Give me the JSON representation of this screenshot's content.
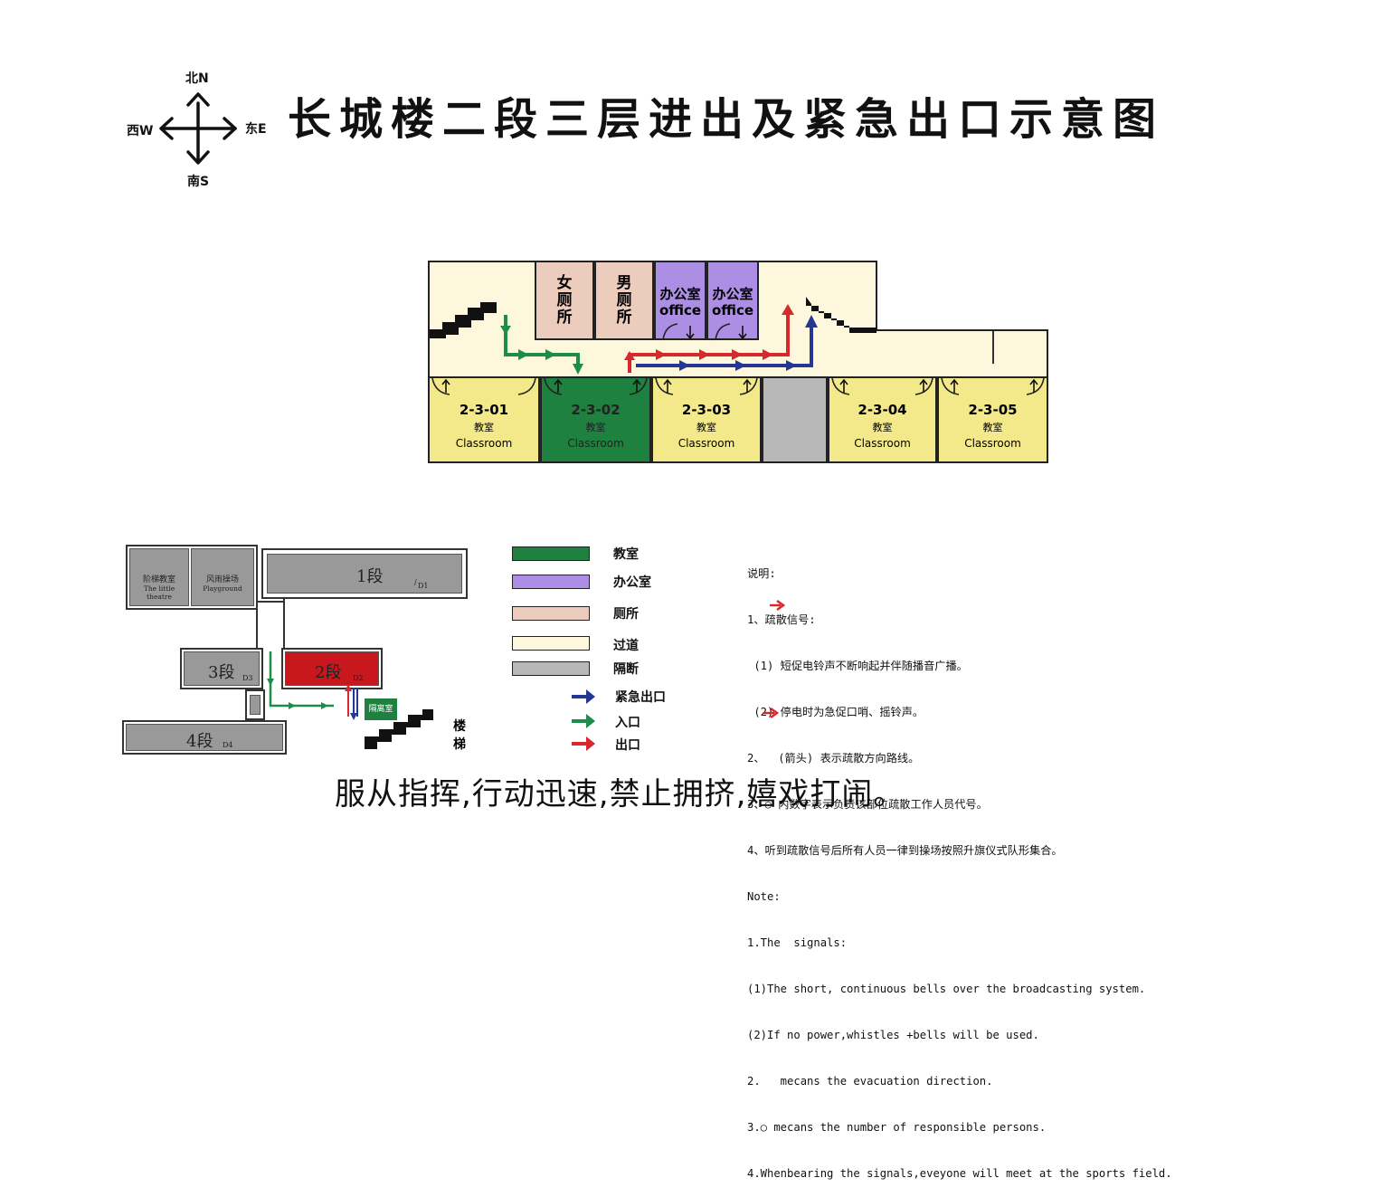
{
  "title": "长城楼二段三层进出及紧急出口示意图",
  "compass": {
    "north": "北N",
    "south": "南S",
    "west": "西W",
    "east": "东E"
  },
  "colors": {
    "classroom": "#f3e98a",
    "classroom_active": "#1f8140",
    "office": "#ad8ee5",
    "toilet": "#eccdbd",
    "corridor": "#fdf8dd",
    "partition": "#b8b8b8",
    "arrow_exit": "#d7282e",
    "arrow_entry": "#1f8d4a",
    "arrow_emergency": "#243794"
  },
  "floor": {
    "toilet_f": "女厕所",
    "toilet_m": "男厕所",
    "office1_cn": "办公室",
    "office1_en": "office",
    "office2_cn": "办公室",
    "office2_en": "office",
    "classrooms": [
      {
        "num": "2-3-01",
        "cn": "教室",
        "en": "Classroom"
      },
      {
        "num": "2-3-02",
        "cn": "教室",
        "en": "Classroom"
      },
      {
        "num": "2-3-03",
        "cn": "教室",
        "en": "Classroom"
      },
      {
        "num": "2-3-04",
        "cn": "教室",
        "en": "Classroom"
      },
      {
        "num": "2-3-05",
        "cn": "教室",
        "en": "Classroom"
      }
    ]
  },
  "campus": {
    "theatre_cn": "阶梯教室",
    "theatre_en": "The little theatre",
    "playground_cn": "风雨操场",
    "playground_en": "Playground",
    "seg1": "1段",
    "seg1_sub": "D1",
    "seg2": "2段",
    "seg2_sub": "D2",
    "seg3": "3段",
    "seg3_sub": "D3",
    "seg4": "4段",
    "seg4_sub": "D4",
    "isolation": "隔离室",
    "stairs": "楼梯"
  },
  "legend": [
    {
      "label": "教室"
    },
    {
      "label": "办公室"
    },
    {
      "label": "厕所"
    },
    {
      "label": "过道"
    },
    {
      "label": "隔断"
    },
    {
      "label": "紧急出口"
    },
    {
      "label": "入口"
    },
    {
      "label": "出口"
    }
  ],
  "notes": [
    "说明:",
    "1、疏散信号:",
    " (1) 短促电铃声不断响起并伴随播音广播。",
    " (2) 停电时为急促口哨、摇铃声。",
    "2、  (箭头) 表示疏散方向路线。",
    "3、○ 内数字表示负责该部位疏散工作人员代号。",
    "4、听到疏散信号后所有人员一律到操场按照升旗仪式队形集合。",
    "Note:",
    "1.The  signals:",
    "(1)The short, continuous bells over the broadcasting system.",
    "(2)If no power,whistles +bells will be used.",
    "2.   mecans the evacuation direction.",
    "3.○ mecans the number of responsible persons.",
    "4.Whenbearing the signals,eveyone will meet at the sports field."
  ],
  "footer": "服从指挥,行动迅速,禁止拥挤,嬉戏打闹。"
}
